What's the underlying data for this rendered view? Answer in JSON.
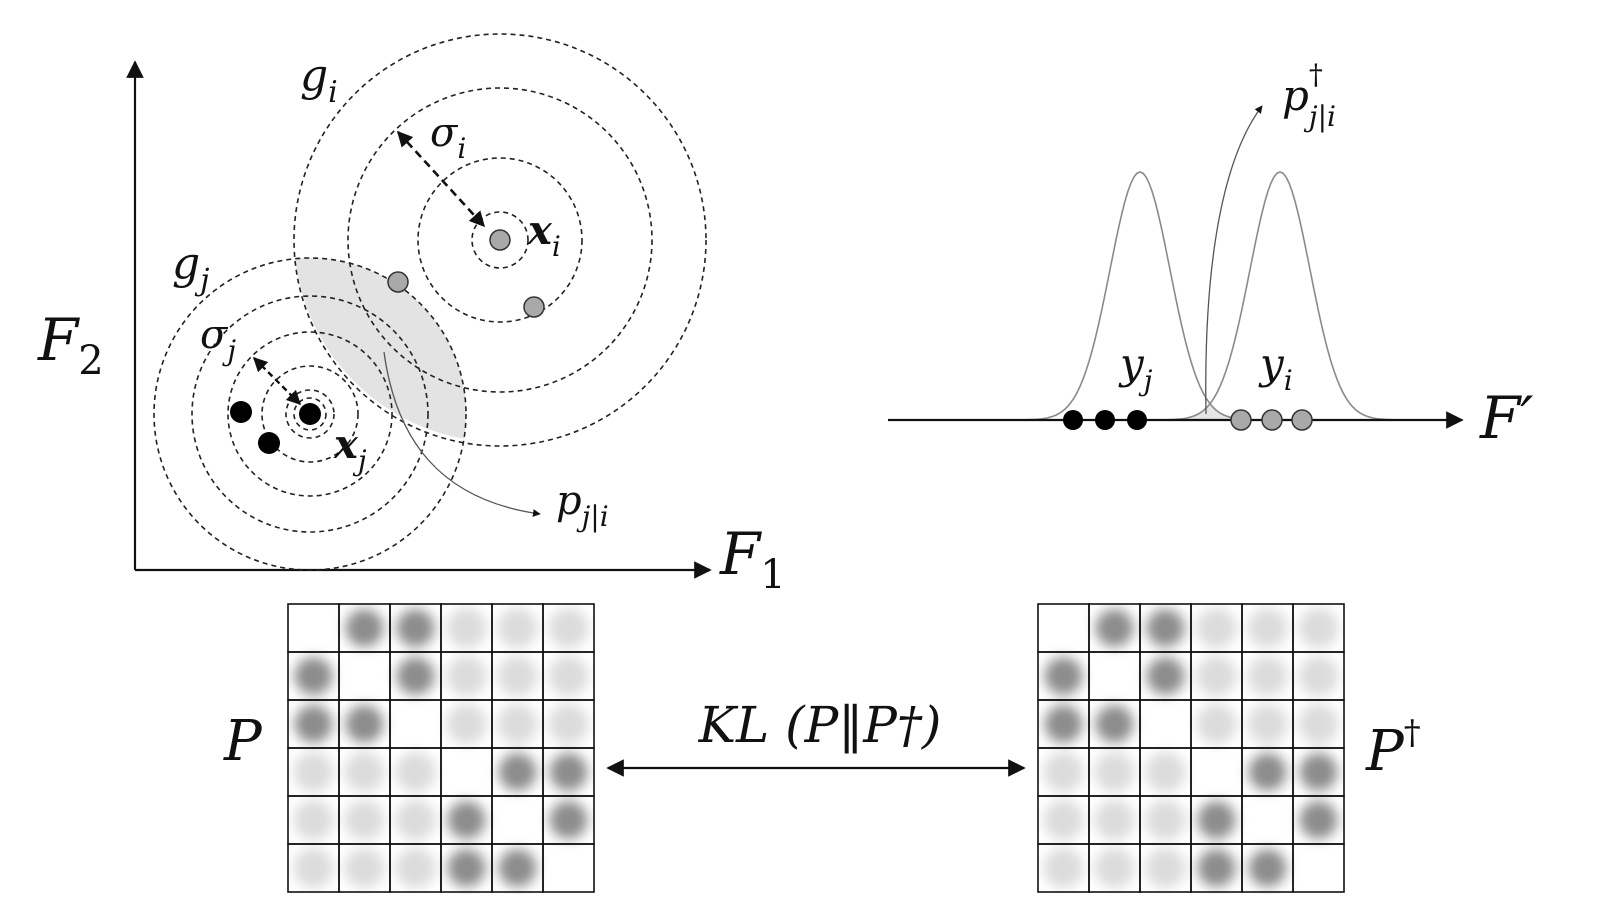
{
  "left_panel": {
    "axis_x_label": "F",
    "axis_x_subscript": "1",
    "axis_y_label": "F",
    "axis_y_subscript": "2",
    "gi_label": "g",
    "gi_sub": "i",
    "gj_label": "g",
    "gj_sub": "j",
    "sigma_i_label": "σ",
    "sigma_i_sub": "i",
    "sigma_j_label": "σ",
    "sigma_j_sub": "j",
    "xi_label": "x",
    "xi_sub": "i",
    "xj_label": "x",
    "xj_sub": "j",
    "pji_label": "p",
    "pji_sub": "j|i"
  },
  "right_panel": {
    "axis_label": "F′",
    "yj_label": "y",
    "yj_sub": "j",
    "yi_label": "y",
    "yi_sub": "i",
    "pdag_label": "p",
    "pdag_sup": "†",
    "pdag_sub": "j|i"
  },
  "bottom": {
    "matrix_left_label": "P",
    "matrix_right_label": "P",
    "matrix_right_sup": "†",
    "kl_label": "KL (P‖P†)",
    "matrix_P": [
      [
        0,
        1,
        1,
        0.2,
        0.2,
        0.2
      ],
      [
        1,
        0,
        1,
        0.2,
        0.2,
        0.2
      ],
      [
        1,
        1,
        0,
        0.2,
        0.2,
        0.2
      ],
      [
        0.2,
        0.2,
        0.2,
        0,
        1,
        1
      ],
      [
        0.2,
        0.2,
        0.2,
        1,
        0,
        1
      ],
      [
        0.2,
        0.2,
        0.2,
        1,
        1,
        0
      ]
    ],
    "matrix_Pdag": [
      [
        0,
        1,
        1,
        0.2,
        0.2,
        0.2
      ],
      [
        1,
        0,
        1,
        0.2,
        0.2,
        0.2
      ],
      [
        1,
        1,
        0,
        0.2,
        0.2,
        0.2
      ],
      [
        0.2,
        0.2,
        0.2,
        0,
        1,
        1
      ],
      [
        0.2,
        0.2,
        0.2,
        1,
        0,
        1
      ],
      [
        0.2,
        0.2,
        0.2,
        1,
        1,
        0
      ]
    ]
  },
  "colors": {
    "grey_point": "#a9a9a9",
    "black_point": "#000000",
    "overlap_fill": "#e3e3e3"
  }
}
